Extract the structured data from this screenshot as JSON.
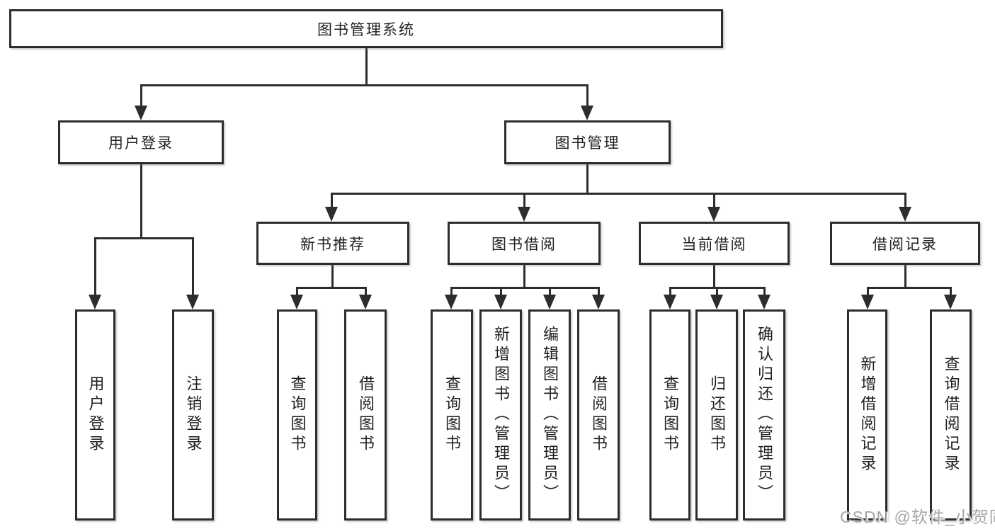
{
  "style": {
    "line_color": "#2d2d2d",
    "text_color": "#1f1f1f",
    "watermark_color": "#a6a6a6",
    "background": "#ffffff"
  },
  "watermark": "CSDN @软件_小贺同学",
  "tree": {
    "label": "图书管理系统",
    "children": [
      {
        "label": "用户登录",
        "children": [
          {
            "label": "用户登录"
          },
          {
            "label": "注销登录"
          }
        ]
      },
      {
        "label": "图书管理",
        "children": [
          {
            "label": "新书推荐",
            "children": [
              {
                "label": "查询图书"
              },
              {
                "label": "借阅图书"
              }
            ]
          },
          {
            "label": "图书借阅",
            "children": [
              {
                "label": "查询图书"
              },
              {
                "label": "新增图书（管理员）"
              },
              {
                "label": "编辑图书（管理员）"
              },
              {
                "label": "借阅图书"
              }
            ]
          },
          {
            "label": "当前借阅",
            "children": [
              {
                "label": "查询图书"
              },
              {
                "label": "归还图书"
              },
              {
                "label": "确认归还（管理员）"
              }
            ]
          },
          {
            "label": "借阅记录",
            "children": [
              {
                "label": "新增借阅记录"
              },
              {
                "label": "查询借阅记录"
              }
            ]
          }
        ]
      }
    ]
  }
}
